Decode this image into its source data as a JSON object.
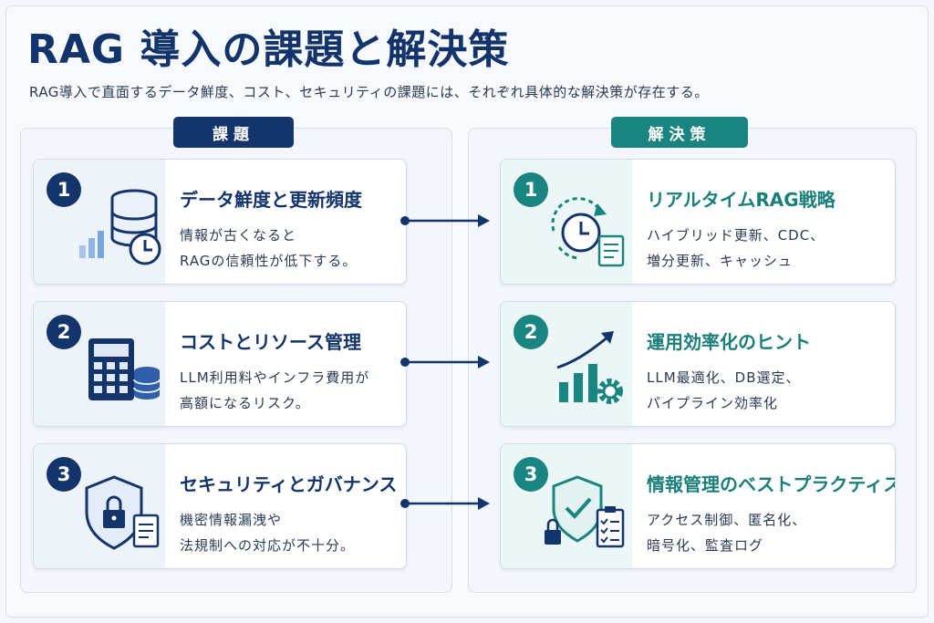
{
  "title": "RAG 導入の課題と解決策",
  "subtitle": "RAG導入で直面するデータ鮮度、コスト、セキュリティの課題には、それぞれ具体的な解決策が存在する。",
  "challenges": {
    "label": "課題",
    "items": [
      {
        "num": "1",
        "heading": "データ鮮度と更新頻度",
        "line1": "情報が古くなると",
        "line2": "RAGの信頼性が低下する。",
        "icon": "database-clock-icon"
      },
      {
        "num": "2",
        "heading": "コストとリソース管理",
        "line1": "LLM利用料やインフラ費用が",
        "line2": "高額になるリスク。",
        "icon": "calculator-coins-icon"
      },
      {
        "num": "3",
        "heading": "セキュリティとガバナンス",
        "line1": "機密情報漏洩や",
        "line2": "法規制への対応が不十分。",
        "icon": "shield-lock-icon"
      }
    ]
  },
  "solutions": {
    "label": "解決策",
    "items": [
      {
        "num": "1",
        "heading": "リアルタイムRAG戦略",
        "line1": "ハイブリッド更新、CDC、",
        "line2": "増分更新、キャッシュ",
        "icon": "clock-refresh-icon"
      },
      {
        "num": "2",
        "heading": "運用効率化のヒント",
        "line1": "LLM最適化、DB選定、",
        "line2": "パイプライン効率化",
        "icon": "growth-chart-gear-icon"
      },
      {
        "num": "3",
        "heading": "情報管理のベストプラクティス",
        "line1": "アクセス制御、匿名化、",
        "line2": "暗号化、監査ログ",
        "icon": "shield-check-checklist-icon"
      }
    ]
  },
  "colors": {
    "navy": "#14346c",
    "teal": "#1a8580"
  }
}
